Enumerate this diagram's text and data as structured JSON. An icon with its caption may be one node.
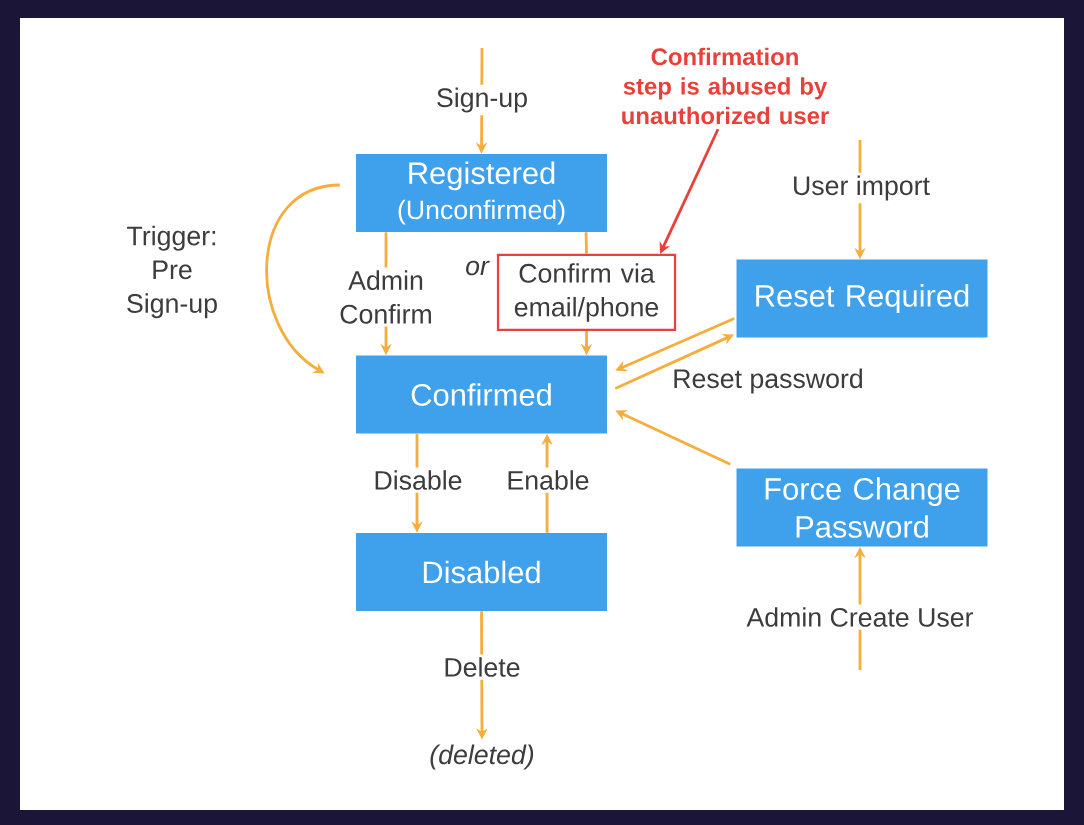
{
  "diagram": {
    "nodes": [
      {
        "text": [
          "Registered",
          "(Unconfirmed)"
        ]
      },
      {
        "text": [
          "Confirm via email/phone"
        ]
      },
      {
        "text": [
          "Confirmed"
        ]
      },
      {
        "text": [
          "Reset Required"
        ]
      },
      {
        "text": [
          "Force Change Password"
        ]
      },
      {
        "text": [
          "Disabled"
        ]
      },
      {
        "text": [
          "(deleted)"
        ]
      },
      {
        "text": [
          "Confirmation step is abused by unauthorized user"
        ]
      }
    ],
    "edges": [
      {
        "from": null,
        "to": 0,
        "arrow": "to",
        "label": "Sign-up"
      },
      {
        "from": 0,
        "to": 2,
        "arrow": "to",
        "label": "Admin Confirm"
      },
      {
        "from": 0,
        "to": 1,
        "arrow": "none"
      },
      {
        "from": 1,
        "to": 2,
        "arrow": "to"
      },
      {
        "from": 0,
        "to": 2,
        "arrow": "to",
        "label": "Trigger: Pre Sign-up"
      },
      {
        "from": null,
        "to": 3,
        "arrow": "to",
        "label": "User import"
      },
      {
        "from": 3,
        "to": 2,
        "arrow": "to"
      },
      {
        "from": 2,
        "to": 3,
        "arrow": "to",
        "label": "Reset password"
      },
      {
        "from": 4,
        "to": 2,
        "arrow": "to"
      },
      {
        "from": null,
        "to": 4,
        "arrow": "to",
        "label": "Admin Create User"
      },
      {
        "from": 2,
        "to": 5,
        "arrow": "to",
        "label": "Disable"
      },
      {
        "from": 5,
        "to": 2,
        "arrow": "to",
        "label": "Enable"
      },
      {
        "from": 5,
        "to": 6,
        "arrow": "to",
        "label": "Delete"
      },
      {
        "from": 7,
        "to": 1,
        "arrow": "to",
        "color": "#e8403a"
      }
    ],
    "labels": [
      "or"
    ]
  }
}
